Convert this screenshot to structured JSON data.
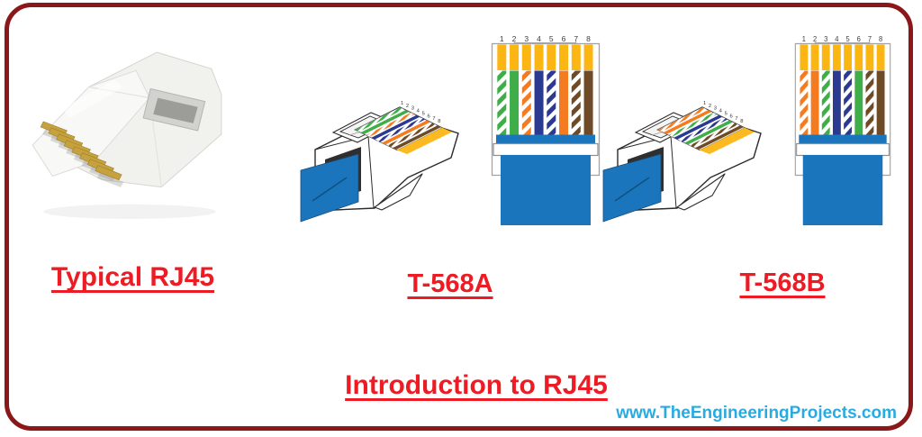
{
  "frame": {
    "border_color": "#8a1719",
    "background_color": "#ffffff"
  },
  "sections": {
    "typical_rj45": {
      "label": "Typical RJ45"
    },
    "t568a": {
      "label": "T-568A"
    },
    "t568b": {
      "label": "T-568B"
    }
  },
  "footer": {
    "title": "Introduction to RJ45",
    "watermark": "www.TheEngineeringProjects.com"
  },
  "text_color": "#ed1c24",
  "watermark_color": "#29abe2",
  "pin_numbers": [
    "1",
    "2",
    "3",
    "4",
    "5",
    "6",
    "7",
    "8"
  ],
  "wire_colors": {
    "green": "#3fae49",
    "orange": "#f47b20",
    "blue": "#2b3990",
    "brown": "#6e4a26",
    "gold": "#fcb614",
    "cable_blue": "#1b75bc",
    "white": "#ffffff"
  },
  "wiring": {
    "t568a": [
      "white-green",
      "green",
      "white-orange",
      "blue",
      "white-blue",
      "orange",
      "white-brown",
      "brown"
    ],
    "t568b": [
      "white-orange",
      "orange",
      "white-green",
      "blue",
      "white-blue",
      "green",
      "white-brown",
      "brown"
    ]
  }
}
